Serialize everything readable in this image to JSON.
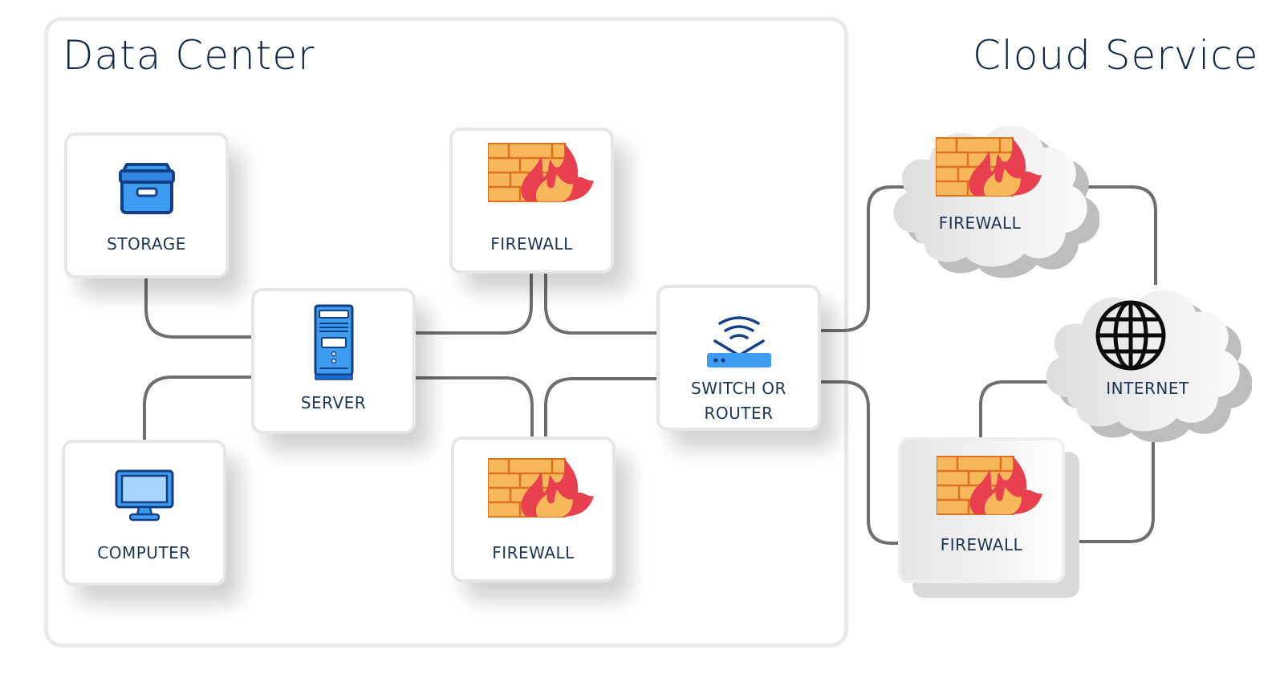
{
  "regions": {
    "data_center": {
      "title": "Data Center"
    },
    "cloud_service": {
      "title": "Cloud Service"
    }
  },
  "nodes": {
    "storage": {
      "label": "STORAGE",
      "icon": "storage-box-icon"
    },
    "server": {
      "label": "SERVER",
      "icon": "server-tower-icon"
    },
    "firewall_top": {
      "label": "FIREWALL",
      "icon": "firewall-icon"
    },
    "firewall_bottom": {
      "label": "FIREWALL",
      "icon": "firewall-icon"
    },
    "computer": {
      "label": "COMPUTER",
      "icon": "monitor-icon"
    },
    "router": {
      "label_line1": "SWITCH OR",
      "label_line2": "ROUTER",
      "icon": "wifi-router-icon"
    },
    "cloud_firewall_top": {
      "label": "FIREWALL",
      "icon": "firewall-icon"
    },
    "internet": {
      "label": "INTERNET",
      "icon": "globe-icon"
    },
    "cloud_firewall_bottom": {
      "label": "FIREWALL",
      "icon": "firewall-icon"
    }
  },
  "connections": [
    [
      "storage",
      "server"
    ],
    [
      "computer",
      "server"
    ],
    [
      "server",
      "firewall_top"
    ],
    [
      "server",
      "firewall_bottom"
    ],
    [
      "firewall_top",
      "router"
    ],
    [
      "firewall_bottom",
      "router"
    ],
    [
      "router",
      "cloud_firewall_top"
    ],
    [
      "router",
      "cloud_firewall_bottom"
    ],
    [
      "cloud_firewall_top",
      "internet"
    ],
    [
      "cloud_firewall_bottom",
      "internet"
    ]
  ],
  "colors": {
    "title_text": "#0f2747",
    "label_text": "#1d3553",
    "wire": "#6e6e6e",
    "icon_blue": "#3d9bf0",
    "icon_blue_dark": "#123f86",
    "brick": "#f7b85b",
    "brick_mortar": "#e0701e",
    "flame_outer": "#e8404f",
    "flame_inner": "#f7b85b"
  }
}
